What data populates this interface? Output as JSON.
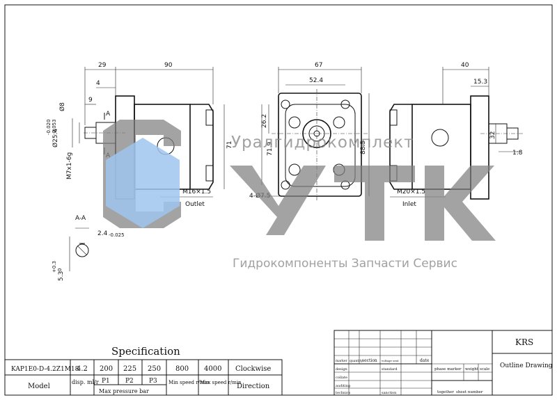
{
  "dimensions": {
    "d29": "29",
    "d90": "90",
    "d4": "4",
    "d9": "9",
    "d8": "Ø8",
    "d25": "Ø25.4",
    "d25_tol_top": "-0.020",
    "d25_tol_bot": "-0.053",
    "thread_shaft": "M7x1-6g",
    "section_a_top": "A",
    "section_a_bot": "A",
    "d71": "71",
    "d71_9": "71.9",
    "d67": "67",
    "d52_4": "52.4",
    "d26_2": "26.2",
    "d88_5": "88.5",
    "holes": "4-Ø7.5",
    "outlet_thread": "M16×1.5",
    "outlet": "Outlet",
    "d40": "40",
    "d15_3": "15.3",
    "d32": "32",
    "taper": "1:8",
    "inlet_thread": "M20×1.5",
    "inlet": "Inlet",
    "section_aa": "A-A",
    "key_w": "2.4",
    "key_w_tol": "-0.025",
    "key_h": "5.3",
    "key_h_tol_top": "+0.3",
    "key_h_tol_bot": "0"
  },
  "watermark": {
    "company_banner": "Уралгидрокомплект",
    "logo_letters": "УГК",
    "tagline": "Гидрокомпоненты Запчасти Сервис",
    "brand_blue": "#9fc6ee",
    "logo_gray": "#808080"
  },
  "spec": {
    "title": "Specification",
    "model": "KAP1E0-D-4.2Z1M18",
    "model_label": "Model",
    "disp_value": "4.2",
    "disp_label": "disp. ml/r",
    "p1_value": "200",
    "p2_value": "225",
    "p3_value": "250",
    "p1_label": "P1",
    "p2_label": "P2",
    "p3_label": "P3",
    "pressure_label": "Max pressure bar",
    "min_speed_value": "800",
    "min_speed_label": "Min speed r/min",
    "max_speed_value": "4000",
    "max_speed_label": "Max speed r/min",
    "direction_value": "Clockwise",
    "direction_label": "Direction"
  },
  "title_block": {
    "company": "KRS",
    "drawing_title": "Outline Drawing",
    "row_labels": [
      "design",
      "collate",
      "auditing",
      "technics"
    ],
    "header_marks": [
      "marker",
      "quantity",
      "section",
      "voltage seat",
      "standard",
      "date",
      "sanction"
    ],
    "phase_marker": "phase marker",
    "weight": "weight",
    "scale": "scale",
    "together": "together",
    "sheet_number": "sheet number"
  }
}
